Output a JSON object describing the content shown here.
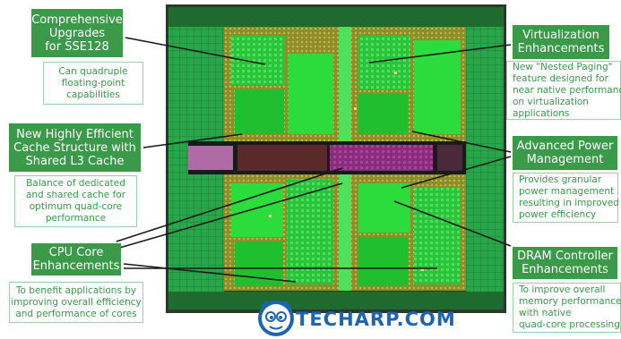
{
  "callouts": {
    "sse": {
      "lines": [
        "Comprehensive",
        "Upgrades",
        "for SSE128"
      ],
      "desc": [
        "Can quadruple",
        "floating-point",
        "capabilities"
      ]
    },
    "cache": {
      "lines": [
        "New Highly Efficient",
        "Cache Structure with",
        "Shared L3 Cache"
      ],
      "desc": [
        "Balance of dedicated",
        "and shared cache for",
        "optimum quad-core",
        "performance"
      ]
    },
    "cpu": {
      "lines": [
        "CPU Core",
        "Enhancements"
      ],
      "desc": [
        "To benefit applications by",
        "improving overall efficiency",
        "and performance of cores"
      ]
    },
    "virt": {
      "lines": [
        "Virtualization",
        "Enhancements"
      ],
      "desc": [
        "New \"Nested Paging\"",
        "feature designed for",
        "near native performance",
        "on virtualization",
        "applications"
      ]
    },
    "power": {
      "lines": [
        "Advanced Power",
        "Management"
      ],
      "desc": [
        "Provides granular",
        "power management",
        "resulting in improved",
        "power efficiency"
      ]
    },
    "dram": {
      "lines": [
        "DRAM Controller",
        "Enhancements"
      ],
      "desc": [
        "To improve overall",
        "memory performance",
        "with native",
        "quad-core processing"
      ]
    }
  },
  "watermark": {
    "text": "TECHARP.COM"
  },
  "colors": {
    "accent": "#3a9a4a",
    "desc_text": "#3a9a4a",
    "logo": "#1e64b4",
    "die_green": "#2bdc3c",
    "l3_magenta": "#8a2c7c"
  }
}
